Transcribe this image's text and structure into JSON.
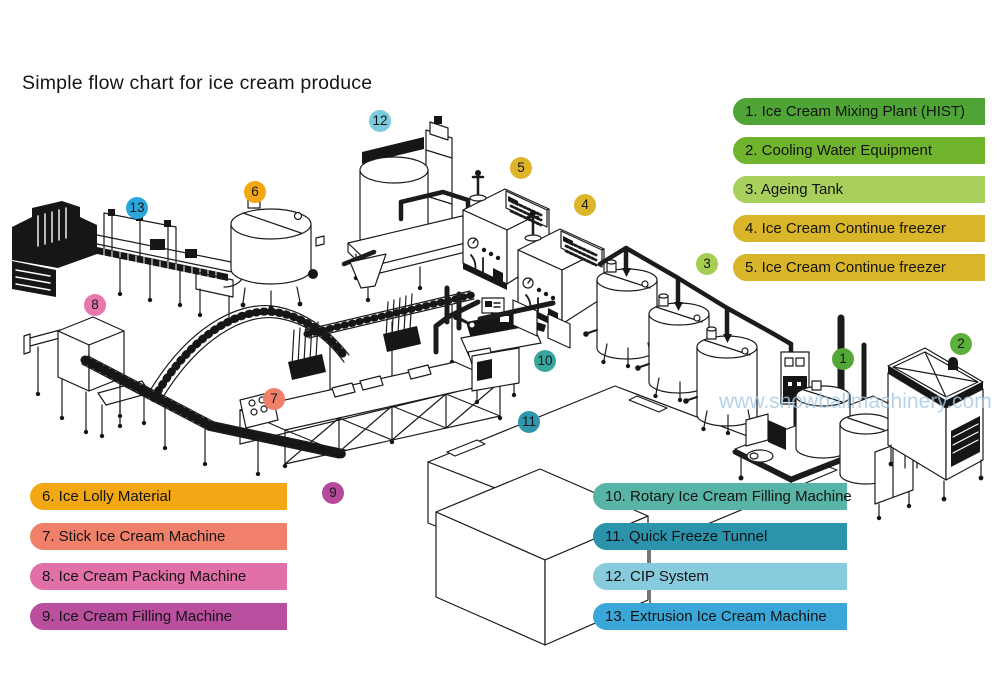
{
  "title": "Simple flow chart for ice cream produce",
  "watermark": "www.snowballmachinery.com",
  "legend_right": {
    "items": [
      {
        "label": "1. Ice Cream Mixing Plant (HIST)",
        "color": "#4ea434"
      },
      {
        "label": "2. Cooling Water Equipment",
        "color": "#70b42d"
      },
      {
        "label": "3. Ageing Tank",
        "color": "#a9cf5c"
      },
      {
        "label": "4. Ice Cream Continue freezer",
        "color": "#d9b52a"
      },
      {
        "label": "5. Ice Cream Continue freezer",
        "color": "#d9b52a"
      }
    ]
  },
  "legend_left": {
    "items": [
      {
        "label": "6. Ice Lolly Material",
        "color": "#f2a815"
      },
      {
        "label": "7. Stick Ice Cream Machine",
        "color": "#f0806a"
      },
      {
        "label": "8. Ice Cream Packing Machine",
        "color": "#e170a9"
      },
      {
        "label": "9. Ice Cream Filling Machine",
        "color": "#bb4f9f"
      }
    ]
  },
  "legend_middle": {
    "items": [
      {
        "label": "10. Rotary Ice Cream Filling Machine",
        "color": "#58b4a6"
      },
      {
        "label": "11. Quick Freeze Tunnel",
        "color": "#2b93ab"
      },
      {
        "label": "12. CIP System",
        "color": "#87cbdd"
      },
      {
        "label": "13. Extrusion Ice Cream Machine",
        "color": "#3ba7d8"
      }
    ]
  },
  "badges": [
    {
      "num": "1",
      "color": "#54a736"
    },
    {
      "num": "2",
      "color": "#5bb03a"
    },
    {
      "num": "3",
      "color": "#a4cd52"
    },
    {
      "num": "4",
      "color": "#dcb52b"
    },
    {
      "num": "5",
      "color": "#dcb52b"
    },
    {
      "num": "6",
      "color": "#f2a715"
    },
    {
      "num": "7",
      "color": "#f0806a"
    },
    {
      "num": "8",
      "color": "#e878ab"
    },
    {
      "num": "9",
      "color": "#b5499c"
    },
    {
      "num": "10",
      "color": "#38a89e"
    },
    {
      "num": "11",
      "color": "#2f96ad"
    },
    {
      "num": "12",
      "color": "#7ccade"
    },
    {
      "num": "13",
      "color": "#2aa7dc"
    }
  ]
}
